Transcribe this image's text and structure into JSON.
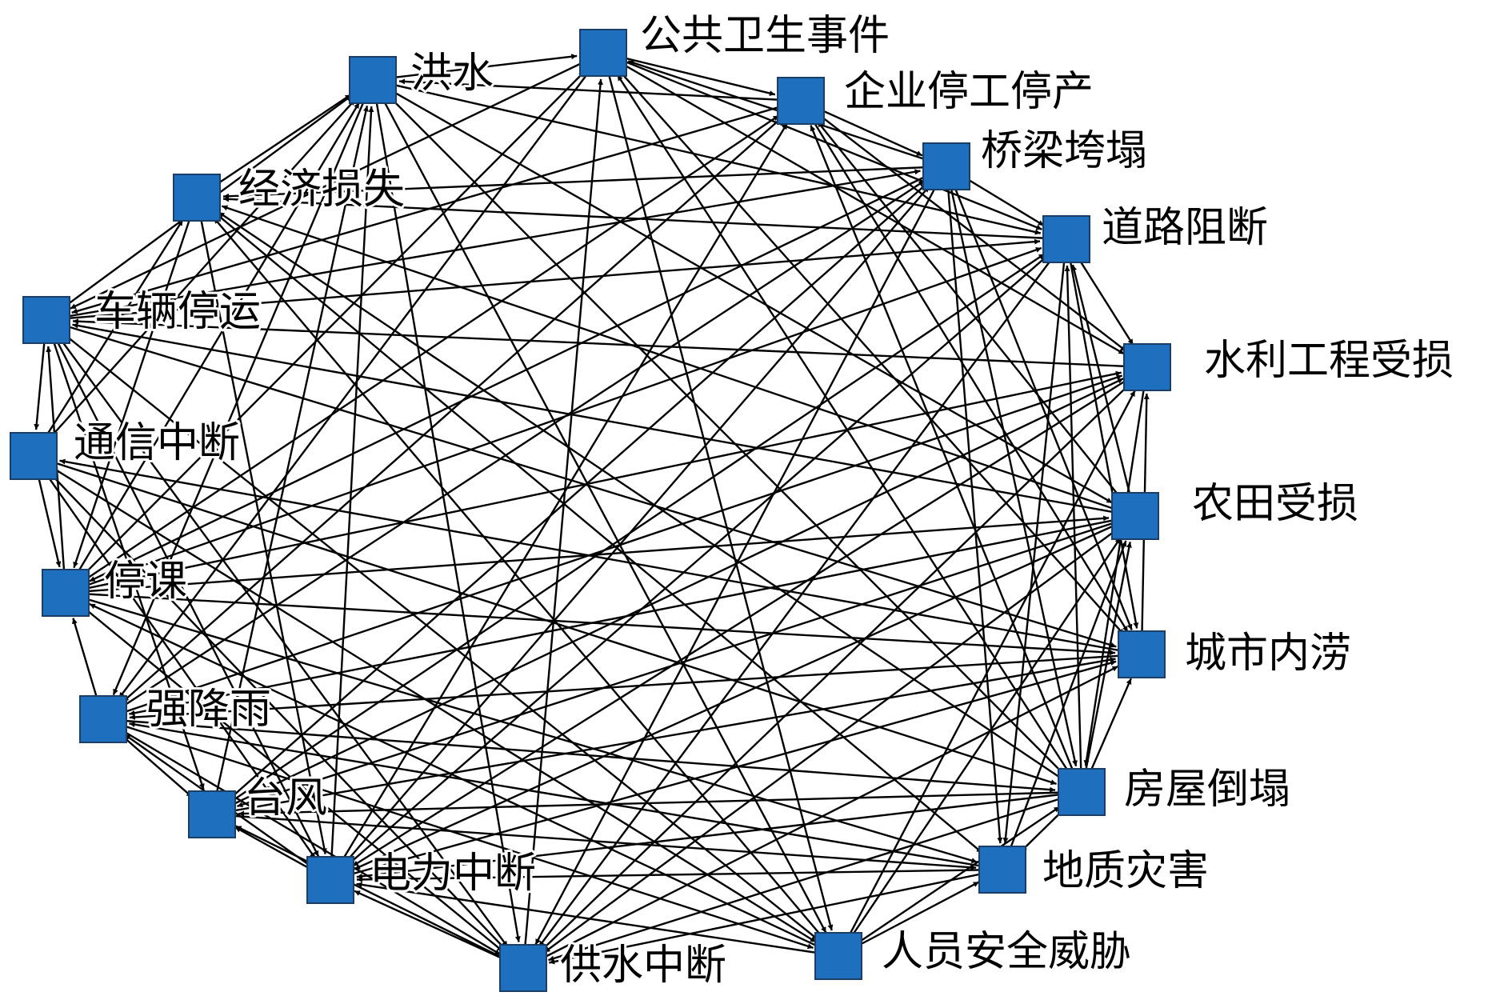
{
  "colors": {
    "node": "#1f6fbf",
    "edge": "#000000",
    "background": "#ffffff"
  },
  "nodes": [
    {
      "id": "flood",
      "label": "洪水"
    },
    {
      "id": "public-health",
      "label": "公共卫生事件"
    },
    {
      "id": "business-shutdown",
      "label": "企业停工停产"
    },
    {
      "id": "bridge-collapse",
      "label": "桥梁垮塌"
    },
    {
      "id": "road-blocked",
      "label": "道路阻断"
    },
    {
      "id": "water-conservancy-damage",
      "label": "水利工程受损"
    },
    {
      "id": "farmland-damage",
      "label": "农田受损"
    },
    {
      "id": "urban-waterlogging",
      "label": "城市内涝"
    },
    {
      "id": "house-collapse",
      "label": "房屋倒塌"
    },
    {
      "id": "geological-hazard",
      "label": "地质灾害"
    },
    {
      "id": "personnel-safety",
      "label": "人员安全威胁"
    },
    {
      "id": "water-supply-outage",
      "label": "供水中断"
    },
    {
      "id": "power-outage",
      "label": "电力中断"
    },
    {
      "id": "typhoon",
      "label": "台风"
    },
    {
      "id": "heavy-rain",
      "label": "强降雨"
    },
    {
      "id": "school-suspension",
      "label": "停课"
    },
    {
      "id": "communication-outage",
      "label": "通信中断"
    },
    {
      "id": "vehicle-suspension",
      "label": "车辆停运"
    },
    {
      "id": "economic-loss",
      "label": "经济损失"
    }
  ]
}
